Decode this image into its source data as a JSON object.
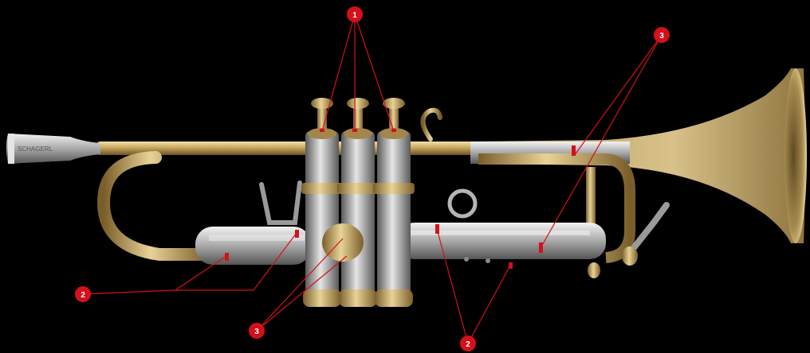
{
  "image": {
    "subject": "trumpet",
    "background_color": "#000000",
    "brass_color": "#c9a860",
    "silver_color": "#c8c8c8",
    "marker_color": "#d4101a"
  },
  "mouthpiece_engraving": "SCHAGERL",
  "callouts": [
    {
      "label": "1"
    },
    {
      "label": "2"
    },
    {
      "label": "3"
    },
    {
      "label": "2"
    },
    {
      "label": "3"
    }
  ]
}
